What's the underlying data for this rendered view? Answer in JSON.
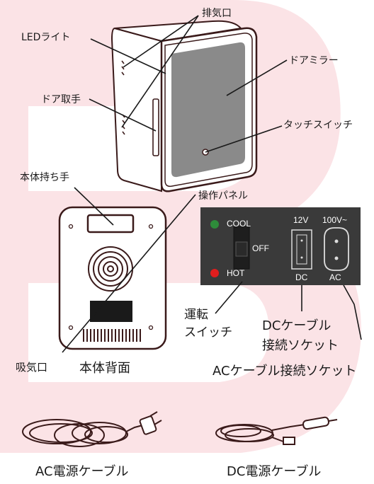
{
  "colors": {
    "background_letter": "#fbe3e6",
    "panel": "#3a3a3a",
    "led_green": "#2e8b3a",
    "led_red": "#e01e1e",
    "door_mirror": "#8a8a8a"
  },
  "labels": {
    "exhaust": "排気口",
    "led_light": "LEDライト",
    "door_mirror": "ドアミラー",
    "door_handle": "ドア取手",
    "touch_switch": "タッチスイッチ",
    "body_handle": "本体持ち手",
    "control_panel": "操作パネル",
    "run_switch_1": "運転",
    "run_switch_2": "スイッチ",
    "dc_socket_1": "DCケーブル",
    "dc_socket_2": "接続ソケット",
    "ac_socket": "ACケーブル接続ソケット",
    "intake": "吸気口",
    "back_view": "本体背面",
    "ac_cable": "AC電源ケーブル",
    "dc_cable": "DC電源ケーブル"
  },
  "panel": {
    "cool": "COOL",
    "off": "OFF",
    "hot": "HOT",
    "v12": "12V",
    "v100": "100V~",
    "dc": "DC",
    "ac": "AC"
  }
}
